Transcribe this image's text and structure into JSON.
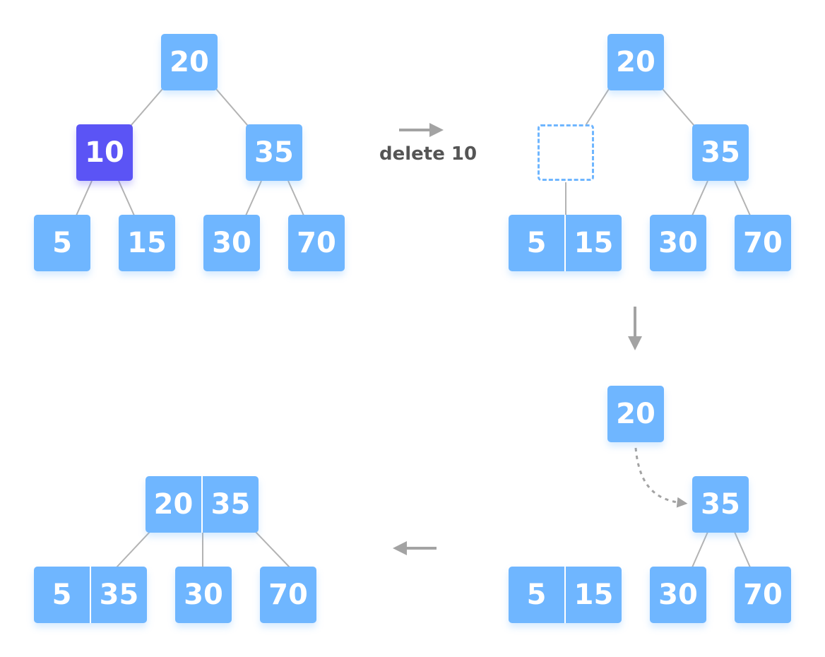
{
  "step1": {
    "root": "20",
    "left": "10",
    "right": "35",
    "leaf_1": "5",
    "leaf_2": "15",
    "leaf_3": "30",
    "leaf_4": "70"
  },
  "step_label": "delete 10",
  "step2": {
    "root": "20",
    "right": "35",
    "merged_left_a": "5",
    "merged_left_b": "15",
    "leaf_3": "30",
    "leaf_4": "70"
  },
  "step3": {
    "root": "20",
    "right": "35",
    "merged_left_a": "5",
    "merged_left_b": "15",
    "leaf_3": "30",
    "leaf_4": "70"
  },
  "step4": {
    "root_a": "20",
    "root_b": "35",
    "merged_left_a": "5",
    "merged_left_b": "35",
    "middle": "30",
    "right": "70"
  },
  "colors": {
    "node": "#6fb6ff",
    "highlight": "#5b54f5",
    "edge": "#b3b3b3",
    "arrow": "#a3a3a3",
    "label": "#555555"
  }
}
